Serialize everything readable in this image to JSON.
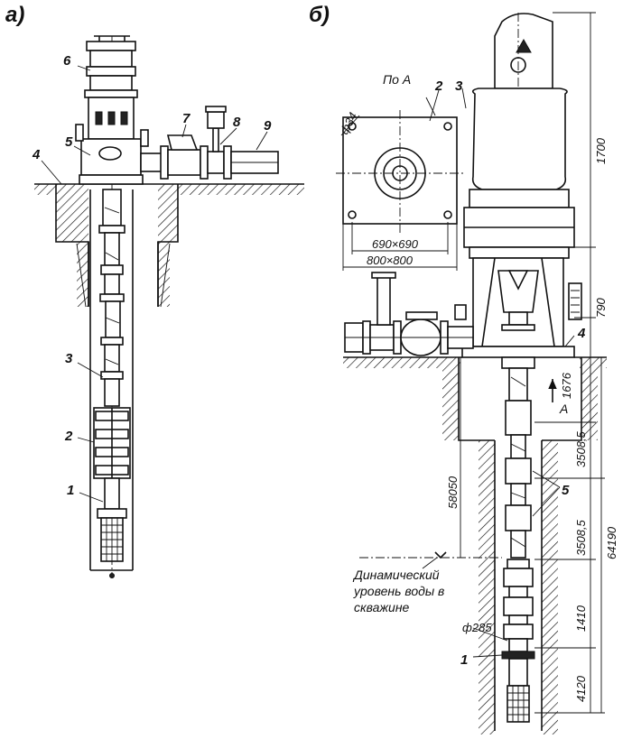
{
  "panels": {
    "a": "а)",
    "b": "б)"
  },
  "panel_a_callouts": [
    "6",
    "7",
    "8",
    "9",
    "4",
    "5",
    "3",
    "2",
    "1"
  ],
  "panel_b_callouts": {
    "c2": "2",
    "c3": "3",
    "c4": "4",
    "c5": "5",
    "c1": "1"
  },
  "view_a": {
    "title": "По А",
    "hole": "ф34",
    "inner_size": "690×690",
    "outer_size": "800×800"
  },
  "section_marker": "А",
  "dimensions": {
    "d1700": "1700",
    "d790": "790",
    "d1676": "1676",
    "d3508_top": "3508,5",
    "d58050": "58050",
    "d64190": "64190",
    "d3508_bottom": "3508,5",
    "d1410": "1410",
    "d4120": "4120",
    "d285": "ф285"
  },
  "water_level_note": [
    "Динамический",
    "уровень воды в",
    "скважине"
  ]
}
